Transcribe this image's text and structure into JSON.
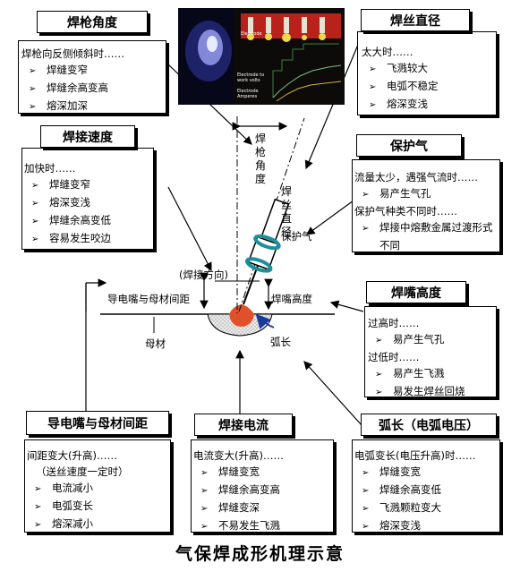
{
  "title": "气保焊成形机理示意",
  "boxes": {
    "torch_angle": {
      "title": "焊枪角度",
      "condition": "焊枪向反侧倾斜时……",
      "items": [
        "焊缝变窄",
        "焊缝余高变高",
        "熔深加深"
      ]
    },
    "wire_diameter": {
      "title": "焊丝直径",
      "condition": "太大时……",
      "items": [
        "飞溅较大",
        "电弧不稳定",
        "熔深变浅"
      ]
    },
    "weld_speed": {
      "title": "焊接速度",
      "condition": "加快时……",
      "items": [
        "焊缝变窄",
        "熔深变浅",
        "焊缝余高变低",
        "容易发生咬边"
      ]
    },
    "shield_gas": {
      "title": "保护气",
      "condition1": "流量太少，遇强气流时……",
      "item1": "易产生气孔",
      "condition2": "保护气种类不同时……",
      "item2_line1": "焊接中熔敷金属过渡形式",
      "item2_line2": "不同"
    },
    "nozzle_height": {
      "title": "焊嘴高度",
      "condition1": "过高时……",
      "item1": "易产生气孔",
      "condition2": "过低时……",
      "items2": [
        "易产生飞溅",
        "易发生焊丝回烧"
      ]
    },
    "tip_distance": {
      "title": "导电嘴与母材间距",
      "condition": "间距变大(升高)……",
      "note": "（送丝速度一定时）",
      "items": [
        "电流减小",
        "电弧变长",
        "熔深减小"
      ]
    },
    "weld_current": {
      "title": "焊接电流",
      "condition": "电流变大(升高)……",
      "items": [
        "焊缝变宽",
        "焊缝余高变高",
        "焊缝变深",
        "不易发生飞溅"
      ]
    },
    "arc_length": {
      "title": "弧长（电弧电压）",
      "condition": "电弧变长(电压升高)时……",
      "items": [
        "焊缝变宽",
        "焊缝余高变低",
        "飞溅颗粒变大",
        "熔深变浅"
      ]
    }
  },
  "labels": {
    "torch_angle_v": "焊枪角度",
    "wire_v": "焊丝直径",
    "shield": "保护气",
    "weld_dir": "(焊接方向)",
    "tip_to_base": "导电嘴与母材间距",
    "nozzle_h": "焊嘴高度",
    "base_metal": "母材",
    "arc_len": "弧长"
  },
  "photo": {
    "label1": "Electrode",
    "label2": "Electrode to work volts",
    "label3": "Electrode Amperes"
  },
  "marker": "➢",
  "colors": {
    "border": "#000000",
    "pool": "#e0502a",
    "hatch": "#d8d8d8",
    "arc_arrow": "#1a3a9c",
    "nozzle": "#1e8f9a"
  }
}
